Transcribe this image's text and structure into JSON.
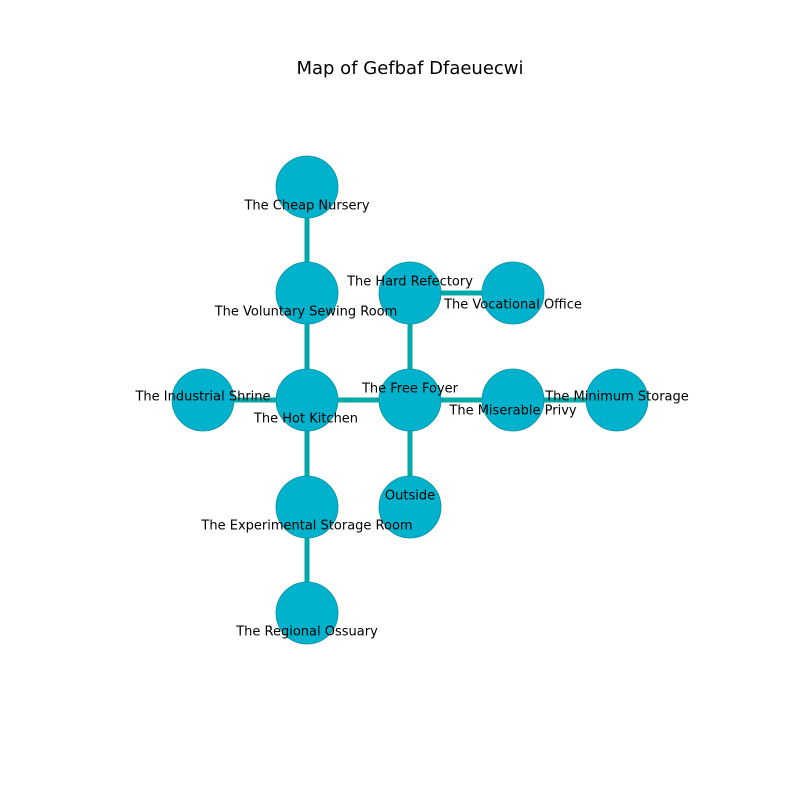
{
  "title": "Map of Gefbaf Dfaeuecwi",
  "colors": {
    "node_fill": "#00b2cc",
    "node_stroke": "#0a8fa3",
    "edge": "#00a8a8",
    "background": "#ffffff"
  },
  "nodes": [
    {
      "id": "cheap_nursery",
      "label": "The Cheap Nursery"
    },
    {
      "id": "voluntary_sewing_room",
      "label": "The Voluntary Sewing Room"
    },
    {
      "id": "hard_refectory",
      "label": "The Hard Refectory"
    },
    {
      "id": "vocational_office",
      "label": "The Vocational Office"
    },
    {
      "id": "industrial_shrine",
      "label": "The Industrial Shrine"
    },
    {
      "id": "hot_kitchen",
      "label": "The Hot Kitchen"
    },
    {
      "id": "free_foyer",
      "label": "The Free Foyer"
    },
    {
      "id": "miserable_privy",
      "label": "The Miserable Privy"
    },
    {
      "id": "minimum_storage",
      "label": "The Minimum Storage"
    },
    {
      "id": "experimental_storage_room",
      "label": "The Experimental Storage Room"
    },
    {
      "id": "outside",
      "label": "Outside"
    },
    {
      "id": "regional_ossuary",
      "label": "The Regional Ossuary"
    }
  ],
  "edges": [
    [
      "cheap_nursery",
      "voluntary_sewing_room"
    ],
    [
      "voluntary_sewing_room",
      "hot_kitchen"
    ],
    [
      "industrial_shrine",
      "hot_kitchen"
    ],
    [
      "hot_kitchen",
      "free_foyer"
    ],
    [
      "hot_kitchen",
      "experimental_storage_room"
    ],
    [
      "experimental_storage_room",
      "regional_ossuary"
    ],
    [
      "free_foyer",
      "hard_refectory"
    ],
    [
      "hard_refectory",
      "vocational_office"
    ],
    [
      "free_foyer",
      "miserable_privy"
    ],
    [
      "miserable_privy",
      "minimum_storage"
    ],
    [
      "free_foyer",
      "outside"
    ]
  ]
}
